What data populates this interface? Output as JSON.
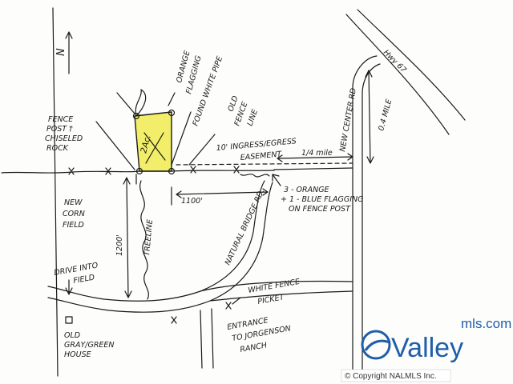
{
  "map": {
    "north_label": "N",
    "parcel_label": "2Ac.",
    "labels": {
      "orange_flagging_1": "ORANGE",
      "orange_flagging_2": "FLAGGING",
      "found_white_pipe": "FOUND WHITE PIPE",
      "old_fence_line_1": "OLD",
      "old_fence_line_2": "FENCE",
      "old_fence_line_3": "LINE",
      "fence_post_1": "FENCE",
      "fence_post_2": "POST †",
      "fence_post_3": "CHISELED",
      "fence_post_4": "ROCK",
      "easement_1": "10' INGRESS/EGRESS",
      "easement_2": "EASEMENT",
      "quarter_mile": "1/4 mile",
      "new_center_rd": "NEW CENTER RD",
      "hwy_67": "Hwy 67",
      "point_four_mile": "0.4 MILE",
      "new_corn_field_1": "NEW",
      "new_corn_field_2": "CORN",
      "new_corn_field_3": "FIELD",
      "dist_1100": "1100'",
      "three_orange_1": "3 - ORANGE",
      "three_orange_2": "+ 1 - BLUE FLAGGING",
      "three_orange_3": "ON FENCE POST",
      "dist_1200": "1200'",
      "treeline": "TREELINE",
      "natural_bridge_rd": "NATURAL BRIDGE RD.",
      "drive_into_field_1": "DRIVE INTO",
      "drive_into_field_2": "FIELD",
      "white_fence_1": "WHITE FENCE",
      "white_fence_2": "PICKET",
      "entrance_1": "ENTRANCE",
      "entrance_2": "TO JORGENSON",
      "entrance_3": "RANCH",
      "old_house_1": "OLD",
      "old_house_2": "GRAY/GREEN",
      "old_house_3": "HOUSE"
    },
    "colors": {
      "parcel_fill": "#f2ee6a",
      "ink": "#1a1a1a"
    }
  },
  "branding": {
    "logo_small": "mls.com",
    "logo_big": "Valley",
    "copyright": "© Copyright NALMLS Inc.",
    "logo_color": "#1f5ea8"
  }
}
